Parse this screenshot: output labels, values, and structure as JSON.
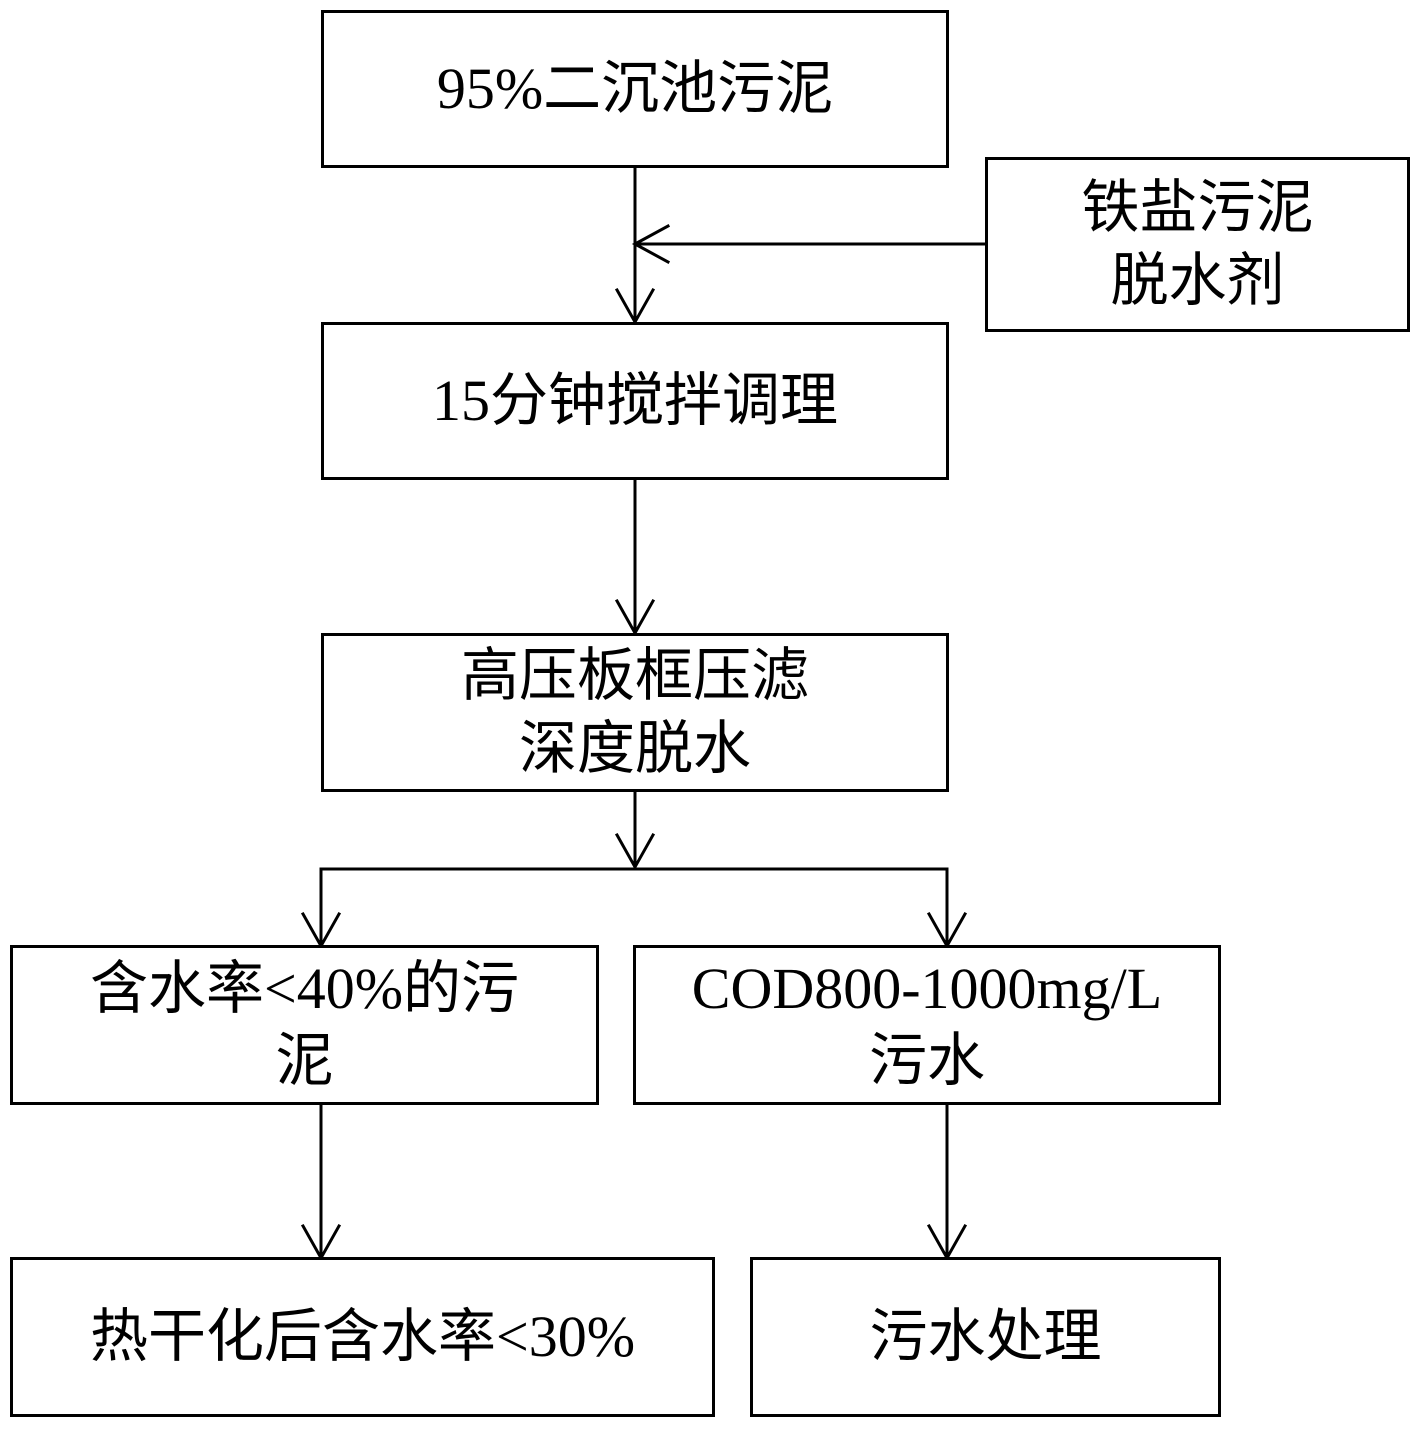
{
  "diagram": {
    "sludge_input": "95%二沉池污泥",
    "dewatering_agent": {
      "line1": "铁盐污泥",
      "line2": "脱水剂"
    },
    "conditioning": "15分钟搅拌调理",
    "press_filtration": {
      "line1": "高压板框压滤",
      "line2": "深度脱水"
    },
    "sludge_output": {
      "line1": "含水率<40%的污",
      "line2": "泥"
    },
    "wastewater_output": {
      "line1": "COD800-1000mg/L",
      "line2": "污水"
    },
    "thermal_drying": "热干化后含水率<30%",
    "wastewater_treatment": "污水处理"
  }
}
